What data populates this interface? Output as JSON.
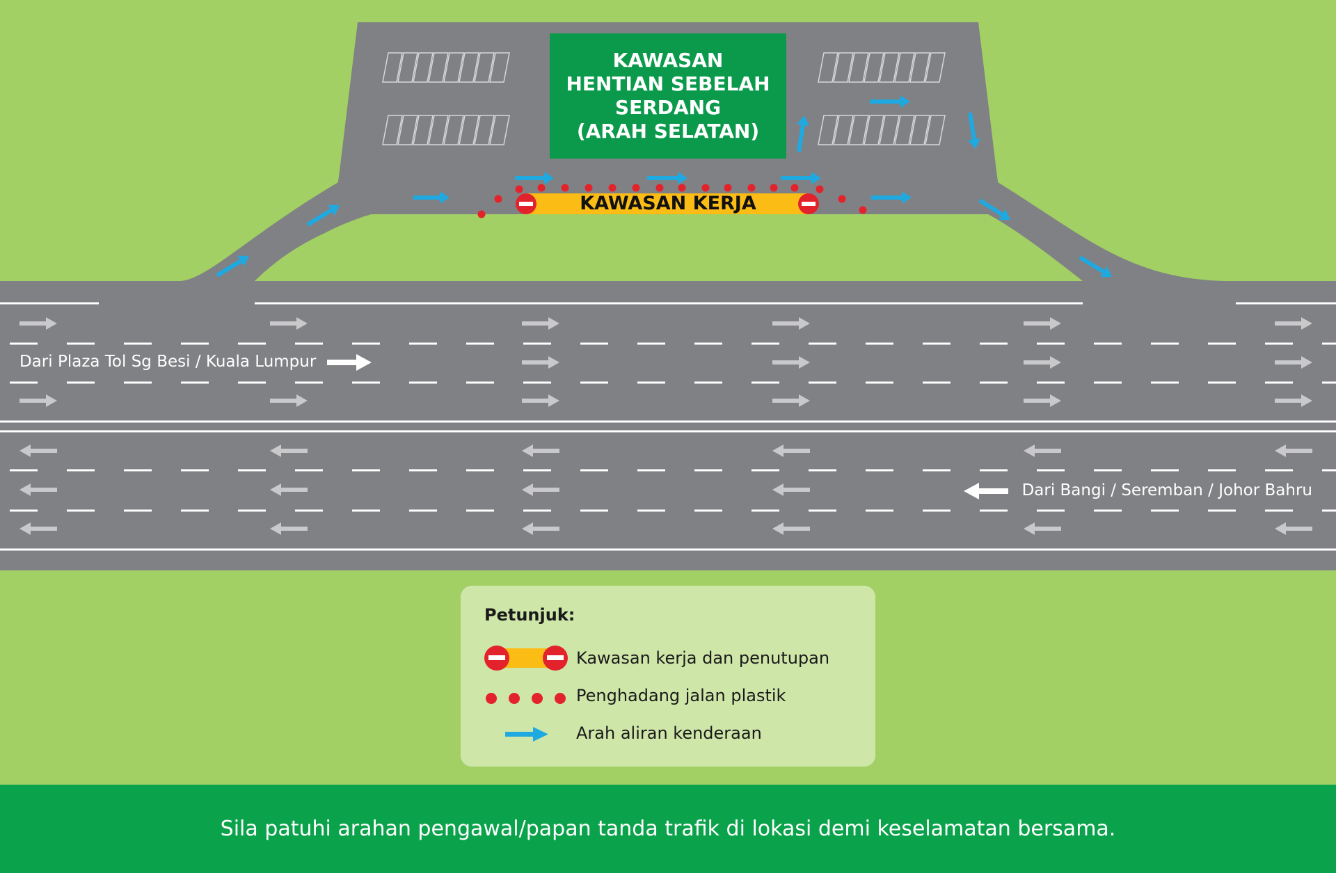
{
  "rest_area": {
    "lines": [
      "KAWASAN",
      "HENTIAN SEBELAH",
      "SERDANG",
      "(ARAH SELATAN)"
    ],
    "color": "#0b9a4b"
  },
  "work_zone": {
    "label": "KAWASAN KERJA",
    "fill_color": "#fbbc16",
    "closure_color": "#e3232b"
  },
  "roads": {
    "northbound_label": "Dari Plaza Tol Sg Besi / Kuala Lumpur",
    "southbound_label": "Dari Bangi / Seremban / Johor Bahru"
  },
  "legend": {
    "title": "Petunjuk:",
    "items": [
      {
        "icon": "closure-bar-icon",
        "label": "Kawasan kerja dan penutupan"
      },
      {
        "icon": "cone-dots-icon",
        "label": "Penghadang jalan plastik"
      },
      {
        "icon": "blue-arrow-icon",
        "label": "Arah aliran kenderaan"
      }
    ]
  },
  "footer": {
    "text": "Sila patuhi arahan pengawal/papan tanda trafik di lokasi demi keselamatan bersama."
  },
  "colors": {
    "grass": "#a2d064",
    "road": "#808184",
    "flow_arrow": "#1fa9e1",
    "cone": "#e3232b",
    "footer_bg": "#0aa24b"
  }
}
